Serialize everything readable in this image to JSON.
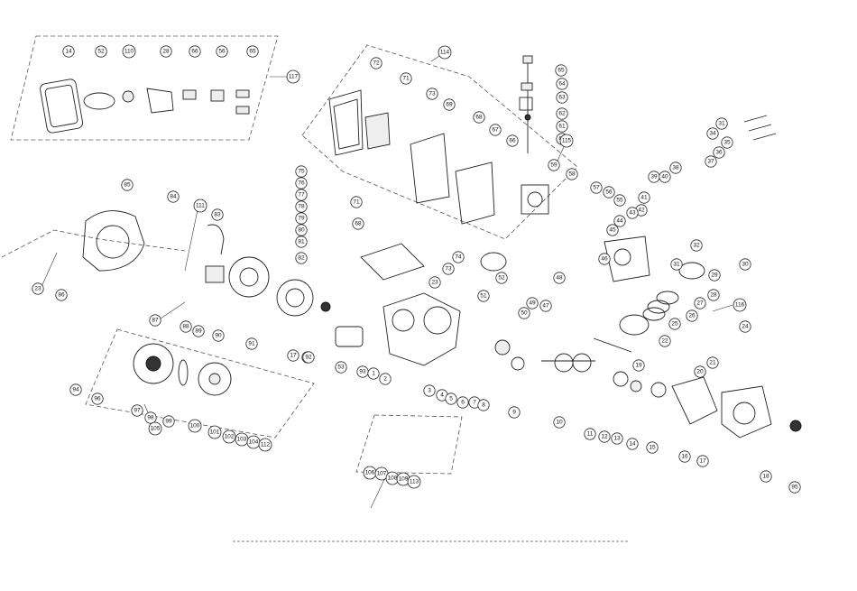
{
  "callouts": [
    "14",
    "52",
    "110",
    "28",
    "66",
    "56",
    "65",
    "117",
    "114",
    "72",
    "71",
    "73",
    "69",
    "68",
    "67",
    "66",
    "59",
    "58",
    "65",
    "64",
    "63",
    "62",
    "61",
    "60",
    "115",
    "57",
    "56",
    "55",
    "85",
    "84",
    "111",
    "83",
    "75",
    "76",
    "77",
    "78",
    "79",
    "80",
    "81",
    "82",
    "71",
    "68",
    "23",
    "86",
    "87",
    "88",
    "89",
    "90",
    "91",
    "53",
    "50",
    "74",
    "73",
    "23",
    "52",
    "51",
    "49",
    "50",
    "47",
    "48",
    "46",
    "31",
    "34",
    "35",
    "36",
    "37",
    "38",
    "39",
    "40",
    "41",
    "42",
    "43",
    "44",
    "45",
    "32",
    "30",
    "31",
    "29",
    "28",
    "27",
    "116",
    "26",
    "25",
    "24",
    "22",
    "21",
    "20",
    "19",
    "17",
    "92",
    "93",
    "1",
    "2",
    "3",
    "4",
    "5",
    "6",
    "7",
    "8",
    "9",
    "10",
    "11",
    "12",
    "13",
    "14",
    "15",
    "16",
    "17",
    "18",
    "95",
    "94",
    "96",
    "97",
    "98",
    "99",
    "100",
    "101",
    "102",
    "103",
    "104",
    "112",
    "105",
    "106",
    "107",
    "108",
    "109",
    "113"
  ]
}
